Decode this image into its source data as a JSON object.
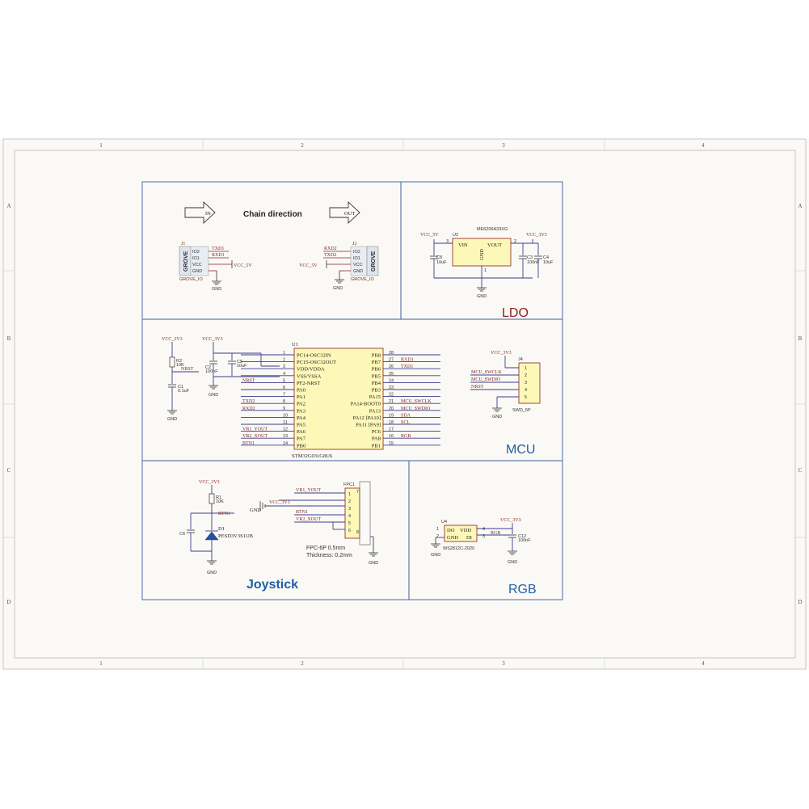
{
  "frame": {
    "columns": [
      "1",
      "2",
      "3",
      "4"
    ],
    "rows": [
      "A",
      "B",
      "C",
      "D"
    ]
  },
  "sections": {
    "chain": {
      "arrow_in": "IN",
      "arrow_out": "OUT",
      "title": "Chain direction",
      "j1": {
        "ref": "J1",
        "body": "GROVE",
        "pins": [
          "IO2",
          "IO1",
          "VCC",
          "GND"
        ],
        "nets": [
          "TXD1",
          "RXD1",
          "VCC_5V",
          "GND"
        ],
        "footprint": "GROVE_IO"
      },
      "j2": {
        "ref": "J2",
        "body": "GROVE",
        "pins": [
          "IO2",
          "IO1",
          "VCC",
          "GND"
        ],
        "nets": [
          "RXD2",
          "TXD2",
          "VCC_5V",
          "GND"
        ],
        "footprint": "GROVE_IO"
      }
    },
    "ldo": {
      "title": "LDO",
      "part": "ME6206A33XG",
      "ref": "U2",
      "vin": "VIN",
      "vout": "VOUT",
      "gnd": "GND",
      "pin_in": "3",
      "pin_out": "2",
      "pin_gnd": "1",
      "net_in": "VCC_5V",
      "net_out": "VCC_3V3",
      "c_in": "C8",
      "c_in_val": "10uF",
      "c_out1": "C3",
      "c_out1_val": "100nF",
      "c_out2": "C4",
      "c_out2_val": "10uF",
      "ground": "GND"
    },
    "mcu": {
      "title": "MCU",
      "ref": "U1",
      "part": "STM32G031G8U6",
      "vcc1": "VCC_3V3",
      "vcc2": "VCC_3V3",
      "nrst": "NRST",
      "nrst2": "NRST",
      "r_nrst": "R2",
      "r_nrst_val": "10K",
      "c_nrst": "C1",
      "c_nrst_val": "0.1uF",
      "c_dec1": "C2",
      "c_dec1_val": "100nF",
      "c_dec2": "C5",
      "c_dec2_val": "10uF",
      "ground": "GND",
      "left_pins": [
        {
          "num": "1",
          "name": "PC14-OSC32IN",
          "net": ""
        },
        {
          "num": "2",
          "name": "PC15-OSC32OUT",
          "net": ""
        },
        {
          "num": "3",
          "name": "VDD/VDDA",
          "net": ""
        },
        {
          "num": "4",
          "name": "VSS/VSSA",
          "net": ""
        },
        {
          "num": "5",
          "name": "PF2-NRST",
          "net": "NRST"
        },
        {
          "num": "6",
          "name": "PA0",
          "net": ""
        },
        {
          "num": "7",
          "name": "PA1",
          "net": ""
        },
        {
          "num": "8",
          "name": "PA2",
          "net": "TXD2"
        },
        {
          "num": "9",
          "name": "PA3",
          "net": "RXD2"
        },
        {
          "num": "10",
          "name": "PA4",
          "net": ""
        },
        {
          "num": "11",
          "name": "PA5",
          "net": ""
        },
        {
          "num": "12",
          "name": "PA6",
          "net": "VR1_YOUT"
        },
        {
          "num": "13",
          "name": "PA7",
          "net": "VR2_XOUT"
        },
        {
          "num": "14",
          "name": "PB0",
          "net": "BTN1"
        }
      ],
      "right_pins": [
        {
          "num": "28",
          "name": "PB8",
          "net": ""
        },
        {
          "num": "27",
          "name": "PB7",
          "net": "RXD1"
        },
        {
          "num": "26",
          "name": "PB6",
          "net": "TXD1"
        },
        {
          "num": "25",
          "name": "PB5",
          "net": ""
        },
        {
          "num": "24",
          "name": "PB4",
          "net": ""
        },
        {
          "num": "23",
          "name": "PB3",
          "net": ""
        },
        {
          "num": "22",
          "name": "PA15",
          "net": ""
        },
        {
          "num": "21",
          "name": "PA14-BOOT0",
          "net": "MCU_SWCLK"
        },
        {
          "num": "20",
          "name": "PA13",
          "net": "MCU_SWDIO"
        },
        {
          "num": "19",
          "name": "PA12 [PA10]",
          "net": "SDA"
        },
        {
          "num": "18",
          "name": "PA11 [PA9]",
          "net": "SCL"
        },
        {
          "num": "17",
          "name": "PC6",
          "net": ""
        },
        {
          "num": "16",
          "name": "PA8",
          "net": "RGB"
        },
        {
          "num": "15",
          "name": "PB1",
          "net": ""
        }
      ],
      "j4": {
        "ref": "J4",
        "vcc": "VCC_3V3",
        "nets": [
          "MCU_SWCLK",
          "MCU_SWDIO",
          "NRST"
        ],
        "pins": [
          "1",
          "2",
          "3",
          "4",
          "5"
        ],
        "footprint": "SWD_5P",
        "ground": "GND"
      }
    },
    "joystick": {
      "title": "Joystick",
      "vcc": "VCC_3V3",
      "r_ref": "R1",
      "r_val": "10K",
      "btn": "BTN1",
      "c_ref": "C6",
      "d_ref": "D1",
      "d_part": "PESD3V3S1UB",
      "ground": "GND",
      "fpc": {
        "ref": "FPC1",
        "vcc": "VCC_3V3",
        "gnd": "GND",
        "nets": [
          "VR1_YOUT",
          "",
          "BTN1",
          "VR2_XOUT"
        ],
        "pins": [
          "1",
          "2",
          "3",
          "4",
          "5",
          "6"
        ],
        "side_pins": [
          "7",
          "8"
        ],
        "note1": "FPC-6P 0.5mm",
        "note2": "Thickness: 0.2mm",
        "ground": "GND"
      }
    },
    "rgb": {
      "title": "RGB",
      "ref": "U4",
      "part": "WS2812C-2020",
      "do": "DO",
      "vdd": "VDD",
      "gnd": "GND",
      "di": "DI",
      "pin1": "1",
      "pin2": "2",
      "pin3": "3",
      "pin4": "4",
      "vcc": "VCC_3V3",
      "net_in": "RGB",
      "c_ref": "C12",
      "c_val": "100nF",
      "ground": "GND"
    }
  }
}
